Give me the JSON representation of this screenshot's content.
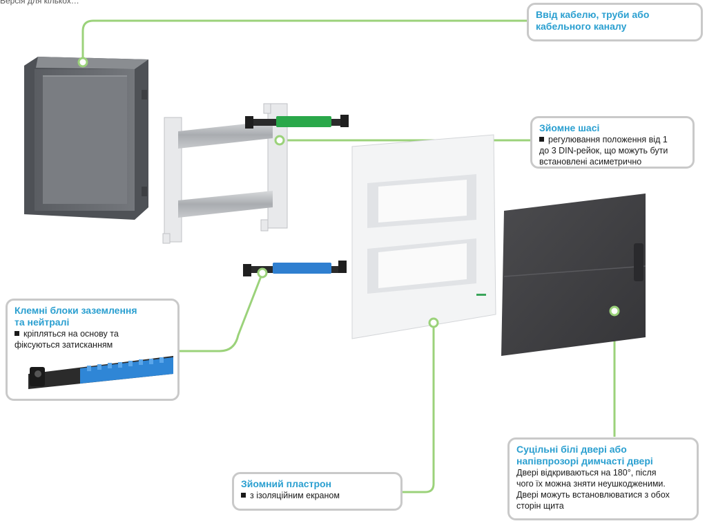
{
  "top_partial_text": "Версія для кількох…",
  "callouts": {
    "cable_entry": {
      "title_line1": "Ввід кабелю, труби або",
      "title_line2": "кабельного каналу"
    },
    "chassis": {
      "title": "Зйомне шасі",
      "desc_line1": "регулювання положення від 1",
      "desc_line2": "до 3 DIN-рейок, що можуть бути",
      "desc_line3": "встановлені асиметрично"
    },
    "terminals": {
      "title_line1": "Клемні блоки заземлення",
      "title_line2": "та нейтралі",
      "desc_line1": "кріпляться на основу та",
      "desc_line2": "фіксуються затисканням"
    },
    "door": {
      "title_line1": "Суцільні білі двері або",
      "title_line2": "напівпрозорі димчасті двері",
      "desc_line1": "Двері відкриваються на 180°, після",
      "desc_line2": "чого їх можна зняти неушкодженими.",
      "desc_line3": "Двері можуть встановлюватися з обох",
      "desc_line4": "сторін щита"
    },
    "front_plate": {
      "title": "Зйомний пластрон",
      "desc": "з ізоляційним екраном"
    }
  },
  "colors": {
    "leader": "#9bd27a",
    "title": "#2a9fd0",
    "border": "#c9c9c9",
    "green_bar": "#2aa84a",
    "blue_bar": "#2f7fd0"
  }
}
